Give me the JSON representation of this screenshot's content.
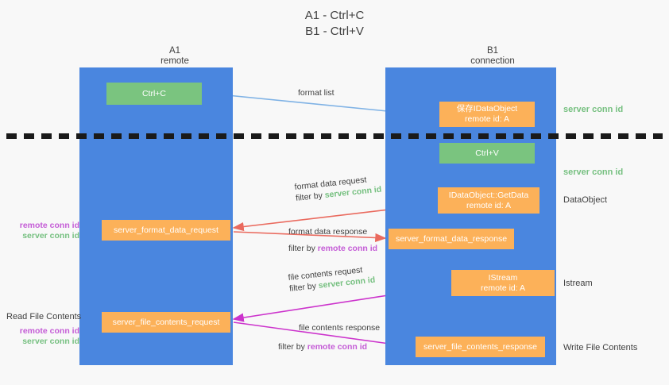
{
  "title": {
    "line1": "A1 - Ctrl+C",
    "line2": "B1 - Ctrl+V"
  },
  "columns": [
    {
      "name": "A1",
      "role": "remote"
    },
    {
      "name": "B1",
      "role": "connection"
    }
  ],
  "boxes": {
    "ctrl_c": {
      "label": "Ctrl+C",
      "color": "#7ac47f"
    },
    "save_idataobject": {
      "line1": "保存IDataObject",
      "line2": "remote id: A",
      "color": "#fcb159"
    },
    "ctrl_v": {
      "label": "Ctrl+V",
      "color": "#7ac47f"
    },
    "getdata": {
      "line1": "IDataObject::GetData",
      "line2": "remote id: A",
      "color": "#fcb159"
    },
    "istream": {
      "line1": "IStream",
      "line2": "remote id: A",
      "color": "#fcb159"
    },
    "server_format_data_request": {
      "label": "server_format_data_request",
      "color": "#fcb159"
    },
    "server_format_data_response": {
      "label": "server_format_data_response",
      "color": "#fcb159"
    },
    "server_file_contents_request": {
      "label": "server_file_contents_request",
      "color": "#fcb159"
    },
    "server_file_contents_response": {
      "label": "server_file_contents_response",
      "color": "#fcb159"
    }
  },
  "flows": [
    {
      "id": "format_list",
      "label": "format list",
      "filter_prefix": "",
      "filter_value": "",
      "color": "#7fb2e5"
    },
    {
      "id": "format_data_request",
      "label": "format data request",
      "filter_prefix": "filter by ",
      "filter_value": "server conn id",
      "color": "#ea6a5e"
    },
    {
      "id": "format_data_response",
      "label": "format data response",
      "filter_prefix": "filter by ",
      "filter_value": "remote conn id",
      "color": "#ea6a5e"
    },
    {
      "id": "file_contents_request",
      "label": "file contents request",
      "filter_prefix": "filter by ",
      "filter_value": "server conn id",
      "color": "#cc33cc"
    },
    {
      "id": "file_contents_response",
      "label": "file contents response",
      "filter_prefix": "filter by ",
      "filter_value": "remote conn id",
      "color": "#cc33cc"
    }
  ],
  "side_labels": {
    "server_conn_id_top": "server conn id",
    "server_conn_id_mid": "server conn id",
    "dataobject": "DataObject",
    "istream": "Istream",
    "write_file_contents": "Write File Contents",
    "read_file_contents": "Read File Contents",
    "remote_conn_id": "remote conn id",
    "server_conn_id": "server conn id"
  },
  "colors": {
    "lane": "#4a86df",
    "green_box": "#7ac47f",
    "orange_box": "#fcb159",
    "green_text": "#76c080",
    "magenta_text": "#c45bd6",
    "blue_arrow": "#7fb2e5",
    "red_arrow": "#ea6a5e",
    "magenta_arrow": "#cc33cc",
    "black_arrow": "#1a1a1a",
    "background": "#f8f8f8"
  }
}
